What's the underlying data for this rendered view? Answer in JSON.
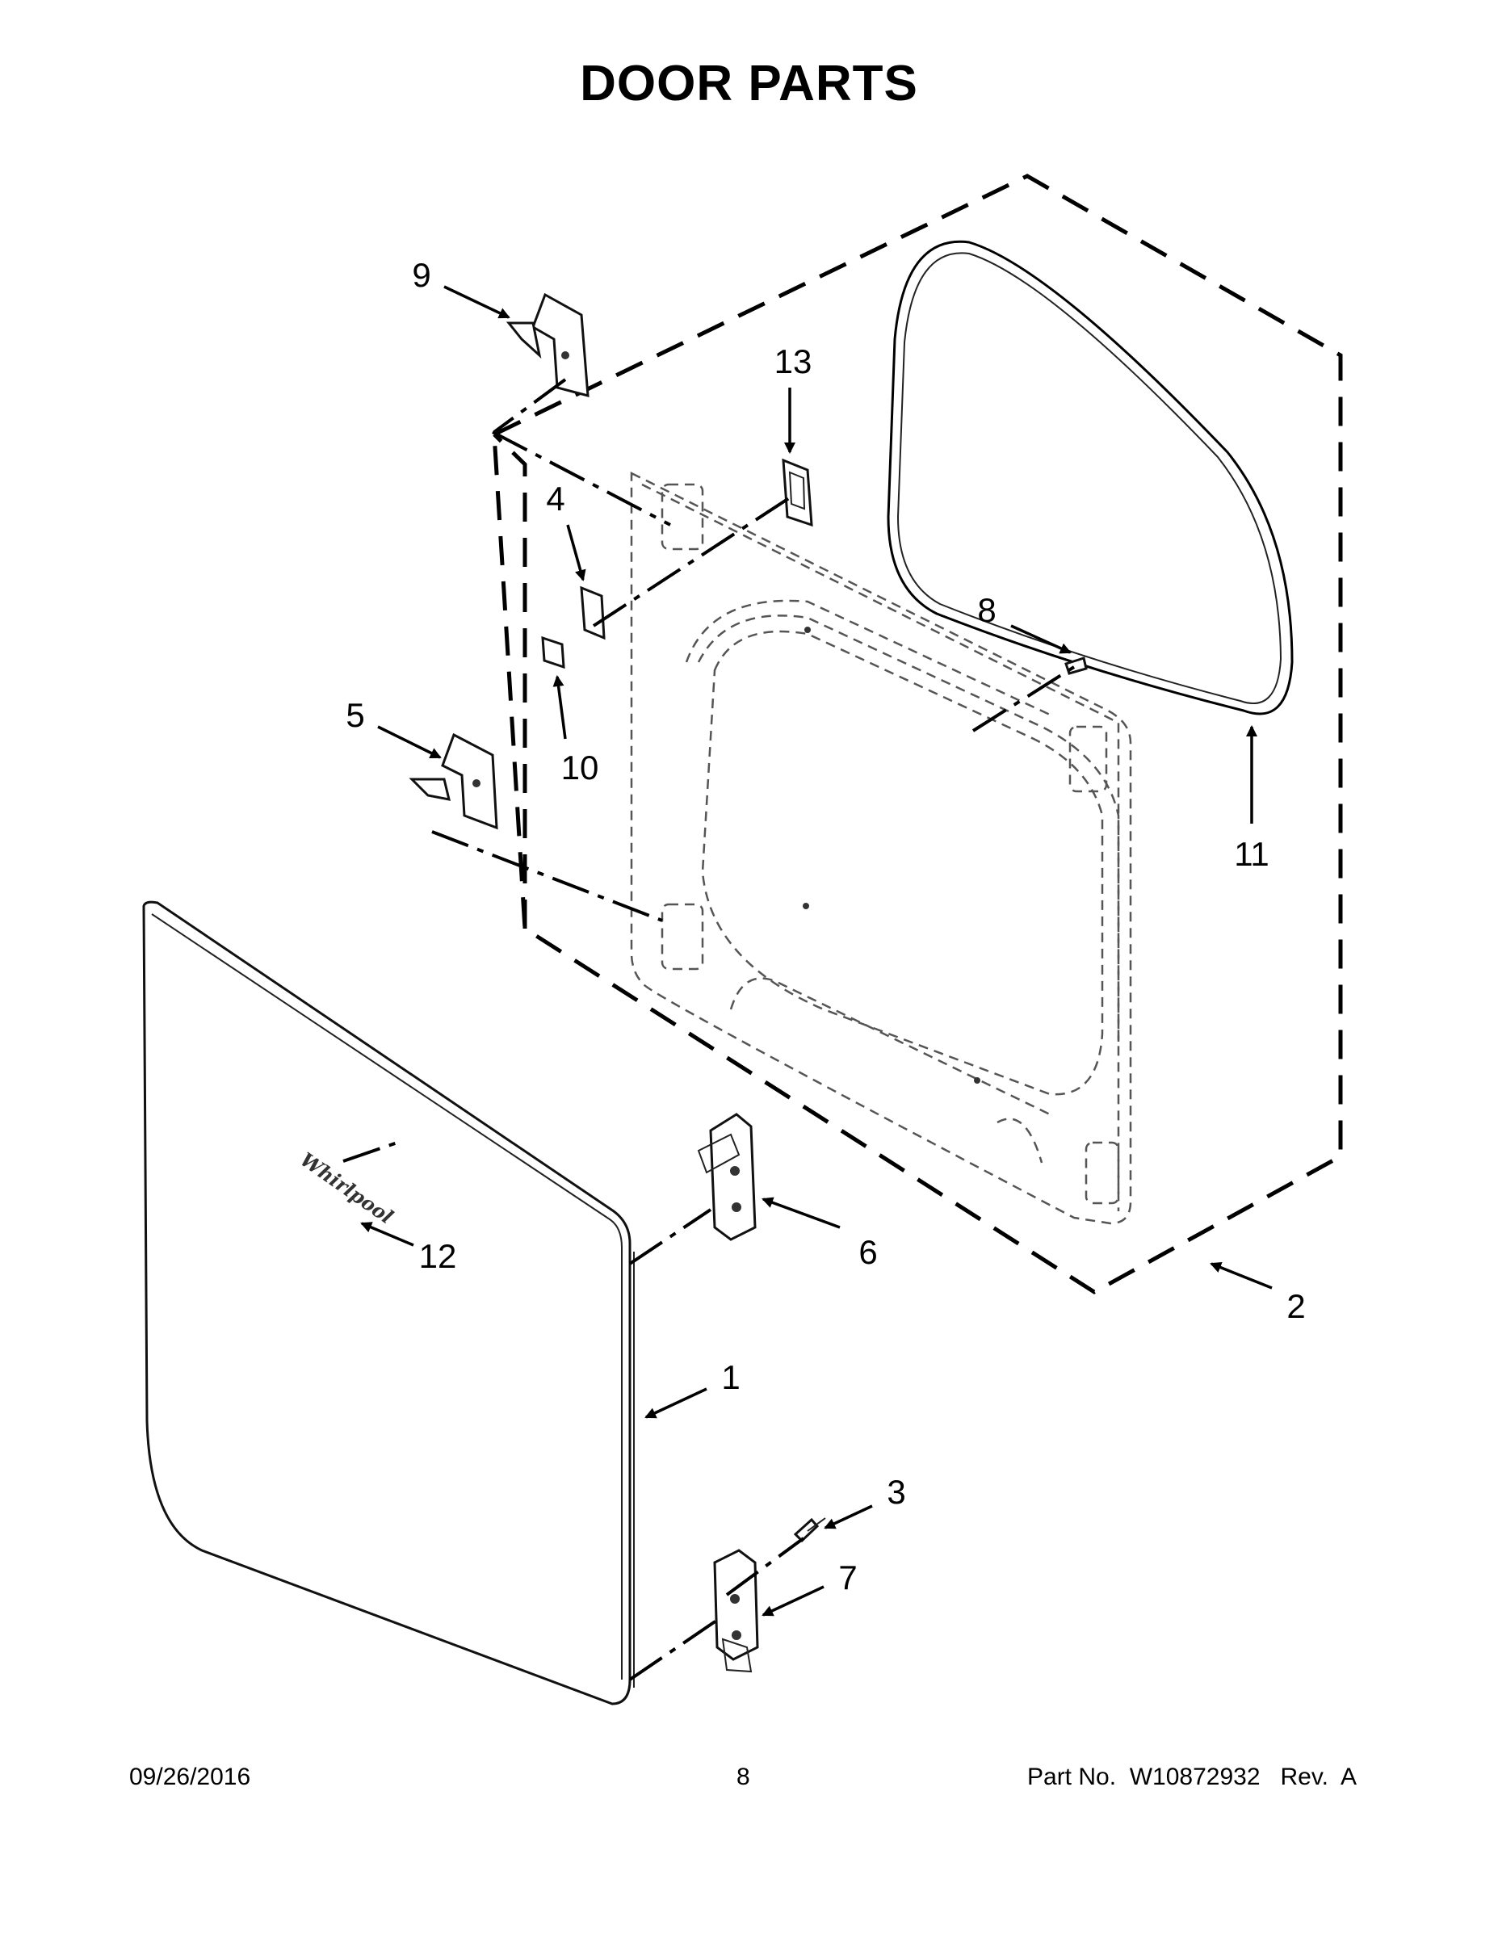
{
  "header": {
    "title": "DOOR PARTS"
  },
  "callouts": [
    {
      "id": "c1",
      "label": "1"
    },
    {
      "id": "c2",
      "label": "2"
    },
    {
      "id": "c3",
      "label": "3"
    },
    {
      "id": "c4",
      "label": "4"
    },
    {
      "id": "c5",
      "label": "5"
    },
    {
      "id": "c6",
      "label": "6"
    },
    {
      "id": "c7",
      "label": "7"
    },
    {
      "id": "c8",
      "label": "8"
    },
    {
      "id": "c9",
      "label": "9"
    },
    {
      "id": "c10",
      "label": "10"
    },
    {
      "id": "c11",
      "label": "11"
    },
    {
      "id": "c12",
      "label": "12"
    },
    {
      "id": "c13",
      "label": "13"
    }
  ],
  "logo": {
    "text": "Whirlpool"
  },
  "footer": {
    "date": "09/26/2016",
    "page": "8",
    "part_number": "Part No.  W10872932   Rev.  A"
  }
}
